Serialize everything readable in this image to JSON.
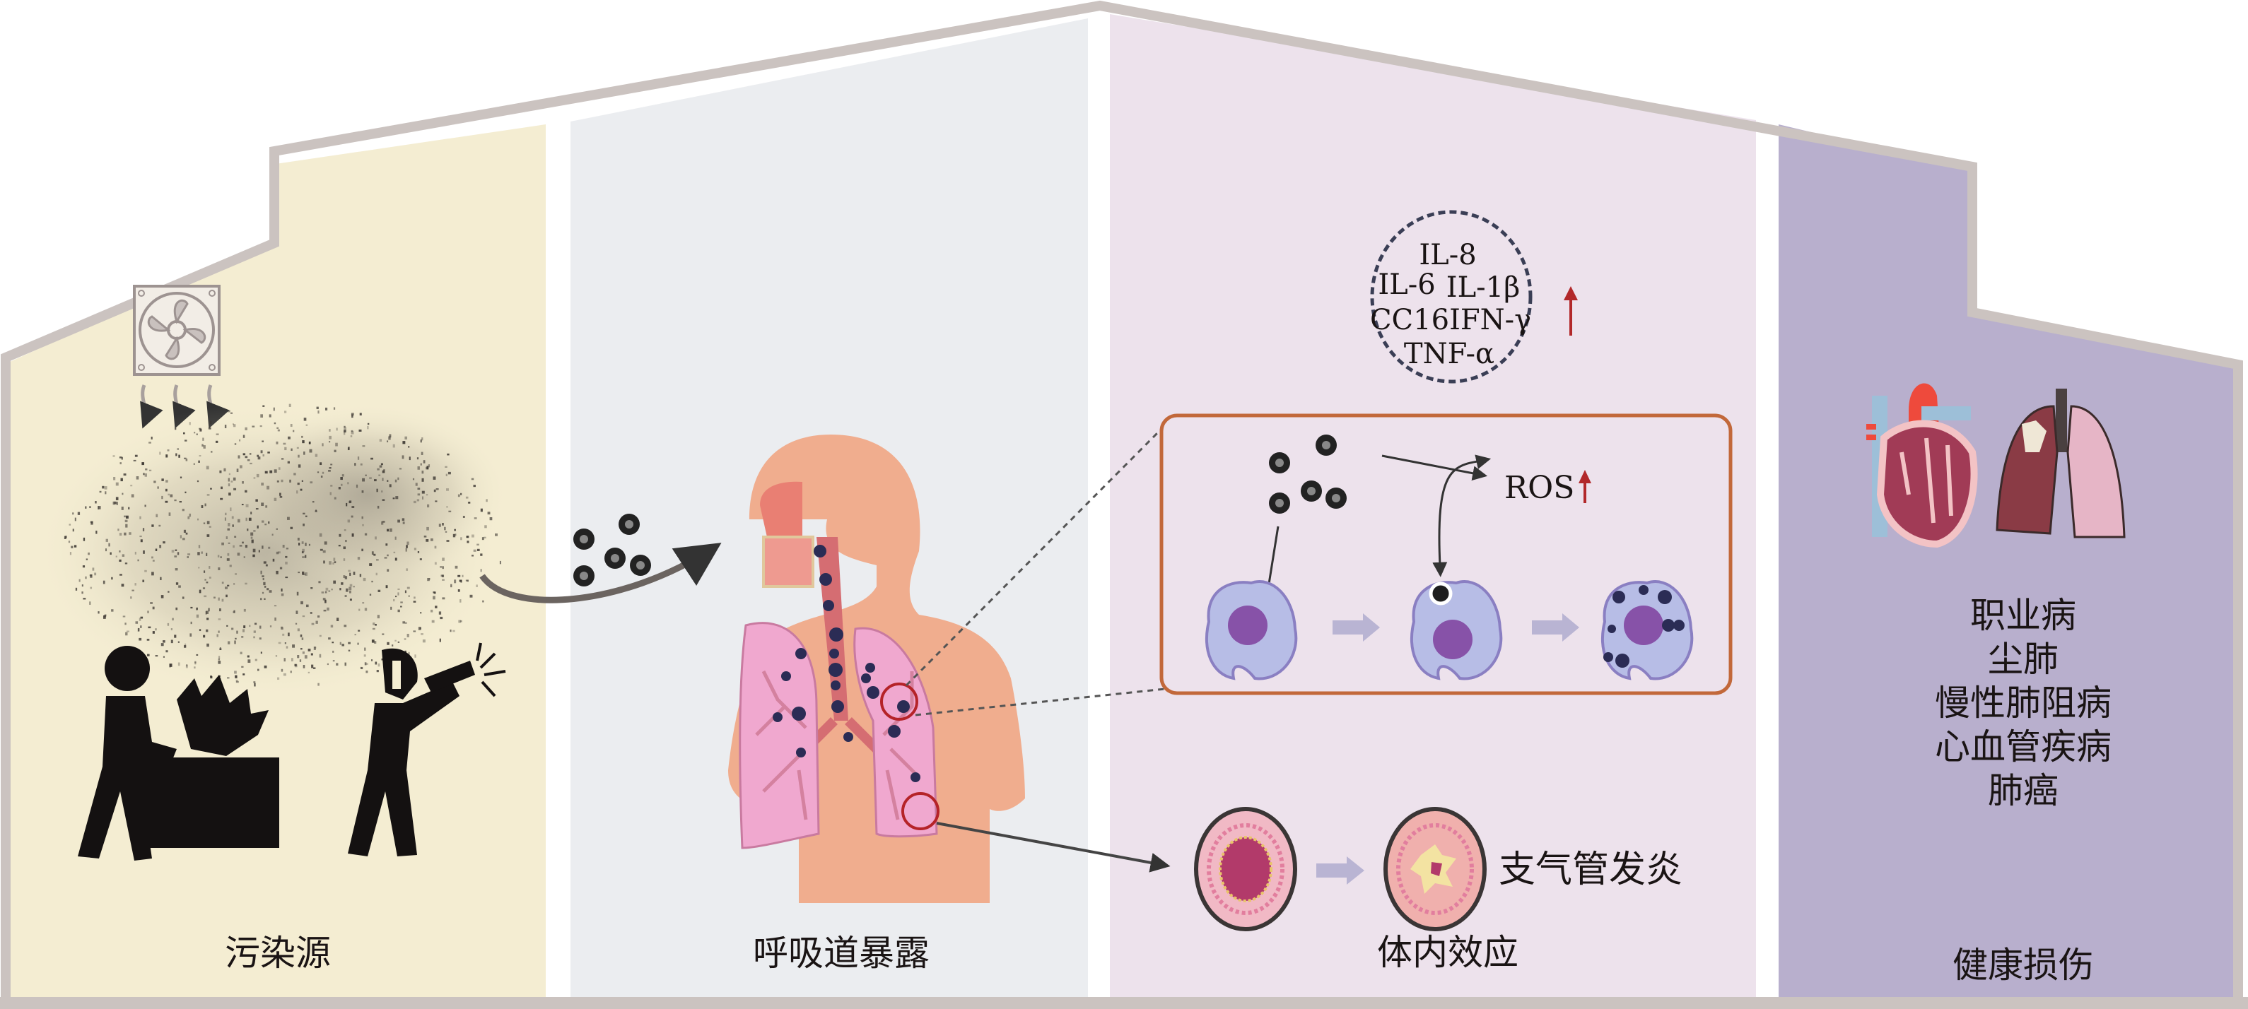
{
  "figure": {
    "panels": [
      {
        "id": "source",
        "title": "污染源",
        "color": "#f4edd2"
      },
      {
        "id": "exposure",
        "title": "呼吸道暴露",
        "color": "#ebedf0"
      },
      {
        "id": "effects",
        "title": "体内效应",
        "color": "#ede2ec"
      },
      {
        "id": "damage",
        "title": "健康损伤",
        "color": "#b8afcd"
      }
    ],
    "wall_color": "#cbc3c0",
    "icons": {
      "fan": "exhaust-fan-icon",
      "workers": "worker-grinding-icon",
      "worker_drilling": "worker-drilling-icon",
      "particles": "particle-icon",
      "body": "respiratory-system-icon",
      "macrophage": "macrophage-cell-icon",
      "bronchus": "bronchus-cross-section-icon",
      "heart": "heart-icon",
      "lung": "diseased-lung-icon"
    },
    "cytokines": {
      "items": [
        "IL-8",
        "IL-6",
        "IL-1β",
        "CC16IFN-γ",
        "TNF-α"
      ],
      "trend": "↑",
      "trend_color": "#b2282a"
    },
    "cell_box": {
      "ros_label": "ROS",
      "ros_trend": "↑",
      "border_color": "#c2683a"
    },
    "bronchus_label": "支气管发炎",
    "health_outcomes": [
      "职业病",
      "尘肺",
      "慢性肺阻病",
      "心血管疾病",
      "肺癌"
    ]
  }
}
